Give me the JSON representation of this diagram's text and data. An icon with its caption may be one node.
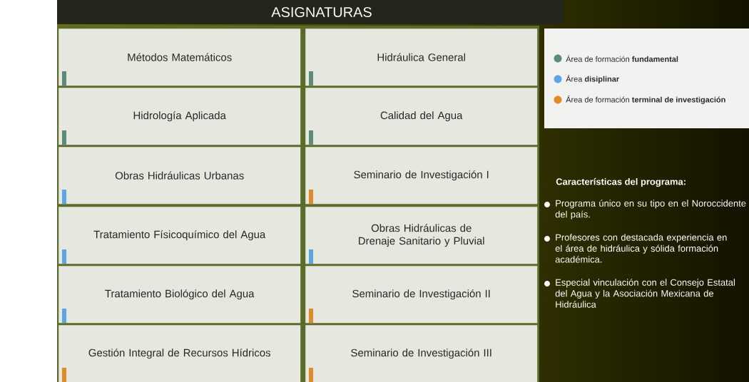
{
  "diagram": {
    "title": "ASIGNATURAS",
    "nodes": [
      {
        "text": [
          "Métodos Matemáticos"
        ]
      },
      {
        "text": [
          "Hidráulica General"
        ]
      },
      {
        "text": [
          "Hidrología Aplicada"
        ]
      },
      {
        "text": [
          "Calidad del Agua"
        ]
      },
      {
        "text": [
          "Obras Hidráulicas Urbanas"
        ]
      },
      {
        "text": [
          "Seminario de Investigación I"
        ]
      },
      {
        "text": [
          "Tratamiento Físicoquímico del Agua"
        ]
      },
      {
        "text": [
          "Obras Hidráulicas de Drenaje Sanitario y Pluvial"
        ]
      },
      {
        "text": [
          "Tratamiento Biológico del Agua"
        ]
      },
      {
        "text": [
          "Seminario de Investigación II"
        ]
      },
      {
        "text": [
          "Gestión Integral de Recursos Hídricos"
        ]
      },
      {
        "text": [
          "Seminario de Investigación III"
        ]
      }
    ],
    "labels": [
      "Características del programa:",
      "Programa único en su tipo en el Noroccidente del país.",
      "Profesores con destacada experiencia en el área de hidráulica y sólida formación académica.",
      "Especial vinculación con el Consejo Estatal del Agua y la Asociación Mexicana de Hidráulica"
    ],
    "legend": [
      {
        "text": "Área de formación **fundamental**",
        "color": "#5e8a7e"
      },
      {
        "text": "Área **disiplinar**",
        "color": "#5aa6e6"
      },
      {
        "text": "Área de formación **terminal de investigación**",
        "color": "#e08a2a"
      }
    ]
  }
}
